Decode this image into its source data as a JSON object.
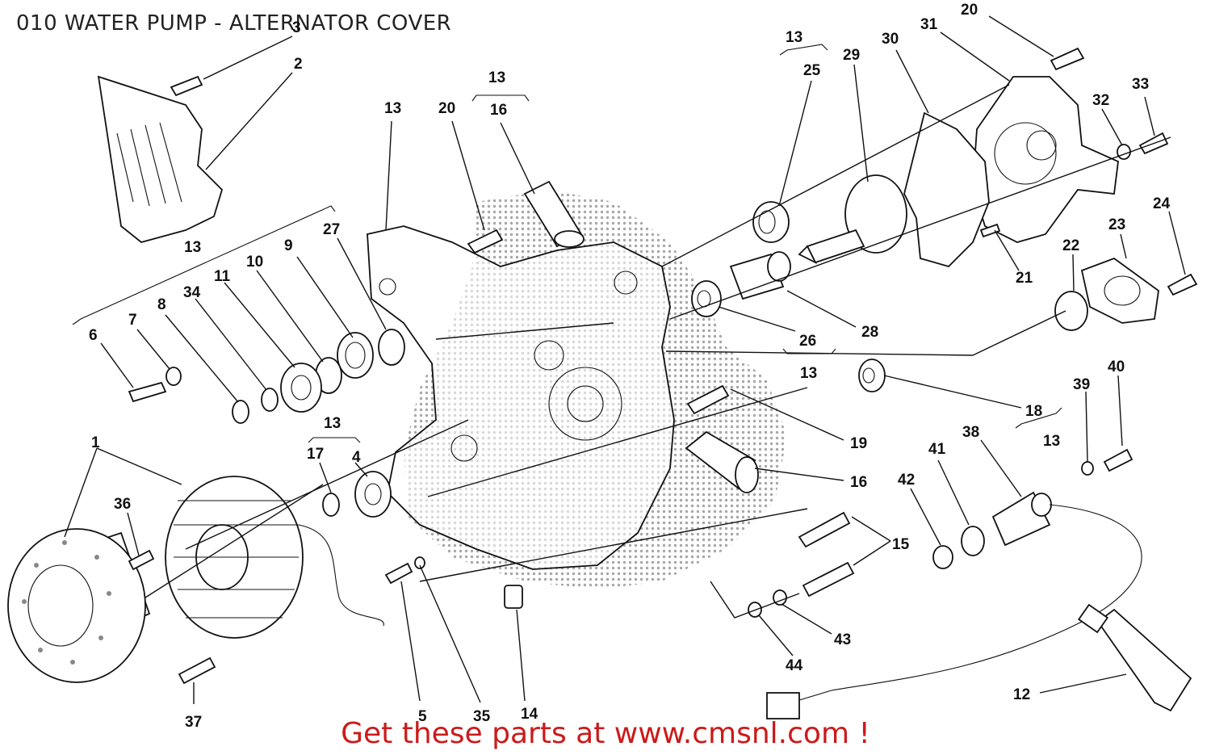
{
  "title": "010 WATER PUMP - ALTERNATOR COVER",
  "watermark_text": "Get these parts at www.cmsnl.com !",
  "colors": {
    "watermark": "#cc1a1a",
    "line": "#111111",
    "background": "#ffffff"
  },
  "callouts": [
    {
      "id": "c1",
      "text": "3"
    },
    {
      "id": "c2",
      "text": "2"
    },
    {
      "id": "c3",
      "text": "13"
    },
    {
      "id": "c4",
      "text": "13"
    },
    {
      "id": "c5",
      "text": "16"
    },
    {
      "id": "c6",
      "text": "20"
    },
    {
      "id": "c7",
      "text": "13"
    },
    {
      "id": "c8",
      "text": "25"
    },
    {
      "id": "c9",
      "text": "29"
    },
    {
      "id": "c10",
      "text": "30"
    },
    {
      "id": "c11",
      "text": "31"
    },
    {
      "id": "c12",
      "text": "20"
    },
    {
      "id": "c13",
      "text": "32"
    },
    {
      "id": "c14",
      "text": "33"
    },
    {
      "id": "c15",
      "text": "24"
    },
    {
      "id": "c16",
      "text": "23"
    },
    {
      "id": "c17",
      "text": "22"
    },
    {
      "id": "c18",
      "text": "21"
    },
    {
      "id": "c19",
      "text": "13"
    },
    {
      "id": "c20",
      "text": "27"
    },
    {
      "id": "c21",
      "text": "9"
    },
    {
      "id": "c22",
      "text": "10"
    },
    {
      "id": "c23",
      "text": "11"
    },
    {
      "id": "c24",
      "text": "34"
    },
    {
      "id": "c25",
      "text": "8"
    },
    {
      "id": "c26",
      "text": "7"
    },
    {
      "id": "c27",
      "text": "6"
    },
    {
      "id": "c28",
      "text": "28"
    },
    {
      "id": "c29",
      "text": "26"
    },
    {
      "id": "c30",
      "text": "13"
    },
    {
      "id": "c31",
      "text": "19"
    },
    {
      "id": "c32",
      "text": "18"
    },
    {
      "id": "c33",
      "text": "13"
    },
    {
      "id": "c34",
      "text": "39"
    },
    {
      "id": "c35",
      "text": "40"
    },
    {
      "id": "c36",
      "text": "38"
    },
    {
      "id": "c37",
      "text": "41"
    },
    {
      "id": "c38",
      "text": "42"
    },
    {
      "id": "c39",
      "text": "16"
    },
    {
      "id": "c40",
      "text": "15"
    },
    {
      "id": "c41",
      "text": "43"
    },
    {
      "id": "c42",
      "text": "44"
    },
    {
      "id": "c43",
      "text": "12"
    },
    {
      "id": "c44",
      "text": "1"
    },
    {
      "id": "c45",
      "text": "36"
    },
    {
      "id": "c46",
      "text": "13"
    },
    {
      "id": "c47",
      "text": "17"
    },
    {
      "id": "c48",
      "text": "4"
    },
    {
      "id": "c49",
      "text": "5"
    },
    {
      "id": "c50",
      "text": "35"
    },
    {
      "id": "c51",
      "text": "14"
    },
    {
      "id": "c52",
      "text": "37"
    }
  ]
}
